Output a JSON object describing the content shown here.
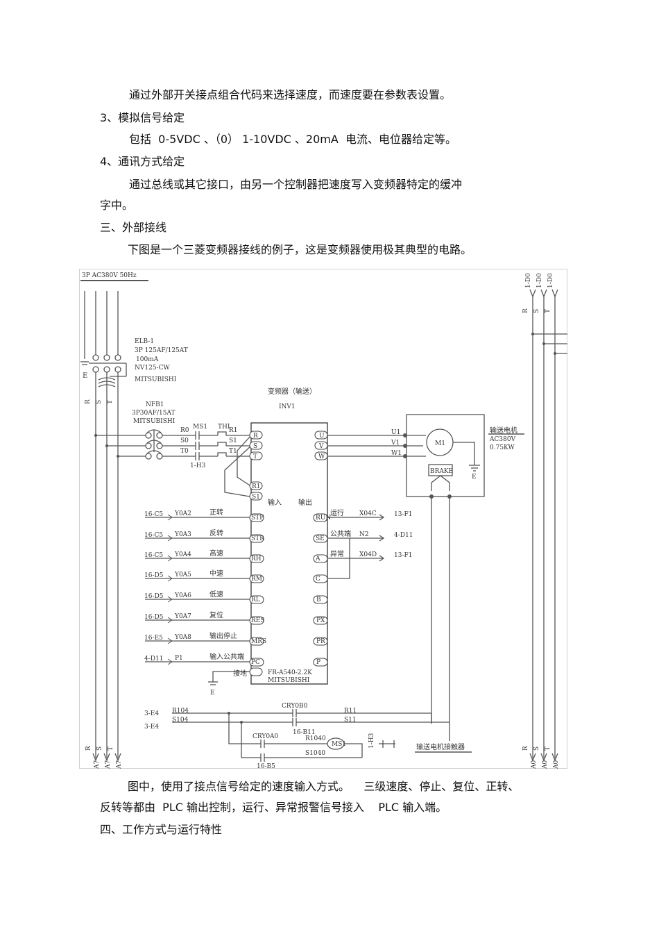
{
  "paragraphs": [
    "通过外部开关接点组合代码来选择速度，而速度要在参数表设置。",
    "3、模拟信号给定",
    "包括  0-5VDC 、（0） 1-10VDC 、20mA  电流、电位器给定等。",
    "4、通讯方式给定",
    "通过总线或其它接口，由另一个控制器把速度写入变频器特定的缓冲",
    "字中。",
    "三、外部接线",
    "下图是一个三菱变频器接线的例子，这是变频器使用极其典型的电路。"
  ],
  "after_figure": [
    "图中，使用了接点信号给定的速度输入方式。    三级速度、停止、复位、正转、",
    "反转等都由  PLC 输出控制，运行、异常报警信号接入    PLC 输入端。",
    "四、工作方式与运行特性"
  ],
  "diagram": {
    "supply_label": "3P AC380V 50Hz",
    "elb": [
      "ELB-1",
      "3P 125AF/125AT",
      "100mA",
      "NV125-CW",
      "MITSUBISHI"
    ],
    "ground_label": "E",
    "phases": [
      "R",
      "S",
      "T"
    ],
    "nfb": [
      "NFB1",
      "3P30AF/15AT",
      "MITSUBISHI"
    ],
    "line_labels": [
      "R0",
      "S0",
      "T0"
    ],
    "ms_label": "MS1",
    "th_label": "THI",
    "ms_ref": "1-H3",
    "inv_labels": [
      "R1",
      "S1",
      "T1"
    ],
    "inverter_title": "变频器（输送）",
    "inverter_id": "INV1",
    "inverter_model": [
      "FR-A540-2.2K",
      "MITSUBISHI"
    ],
    "power_terminals_in": [
      "R",
      "S",
      "T"
    ],
    "control_terminals_in": [
      "R1",
      "S1"
    ],
    "input_label": "输入",
    "output_label": "输出",
    "out_terminals": [
      "U",
      "V",
      "W"
    ],
    "motor_lines": [
      "U1",
      "V1",
      "W1"
    ],
    "motor": "M1",
    "brake": "BRAKE",
    "motor_title": [
      "输送电机",
      "AC380V",
      "0.75KW"
    ],
    "inputs": [
      {
        "ref": "16-C5",
        "addr": "Y0A2",
        "func": "正转",
        "term": "STF"
      },
      {
        "ref": "16-C5",
        "addr": "Y0A3",
        "func": "反转",
        "term": "STR"
      },
      {
        "ref": "16-C5",
        "addr": "Y0A4",
        "func": "高速",
        "term": "RH"
      },
      {
        "ref": "16-D5",
        "addr": "Y0A5",
        "func": "中速",
        "term": "RM"
      },
      {
        "ref": "16-D5",
        "addr": "Y0A6",
        "func": "低速",
        "term": "RL"
      },
      {
        "ref": "16-D5",
        "addr": "Y0A7",
        "func": "复位",
        "term": "RES"
      },
      {
        "ref": "16-E5",
        "addr": "Y0A8",
        "func": "输出停止",
        "term": "MRS"
      },
      {
        "ref": "4-D11",
        "addr": "P1",
        "func": "输入公共端",
        "term": "PC"
      }
    ],
    "ground_term_label": "接地",
    "outputs": [
      {
        "term": "RUN",
        "func": "运行",
        "addr": "X04C",
        "ref": "13-F1"
      },
      {
        "term": "SE",
        "func": "公共端",
        "addr": "N2",
        "ref": "4-D11"
      },
      {
        "term": "A",
        "func": "异常",
        "addr": "X04D",
        "ref": "13-F1"
      },
      {
        "term": "C"
      }
    ],
    "right_terminals": [
      "B",
      "PX",
      "PR",
      "P"
    ],
    "control": {
      "refs": [
        "3-E4",
        "3-E4"
      ],
      "lines": [
        "R104",
        "S104"
      ],
      "cry1": "CRY0B0",
      "cry1_ref": "16-B11",
      "out_lines": [
        "R11",
        "S11"
      ],
      "cry2": "CRY0A0",
      "cry2_ref": "16-B5",
      "coil_lines": [
        "R1040",
        "S1040"
      ],
      "coil": "MS1",
      "contact_ref": "1-H3",
      "caption": "输送电机接触器"
    },
    "bus_top_right": [
      "1-D0",
      "1-D0",
      "1-D0"
    ],
    "bus_bottom_left": [
      "A7",
      "A7",
      "A7"
    ],
    "bus_bottom_right": [
      "A0",
      "A0",
      "A0"
    ]
  }
}
